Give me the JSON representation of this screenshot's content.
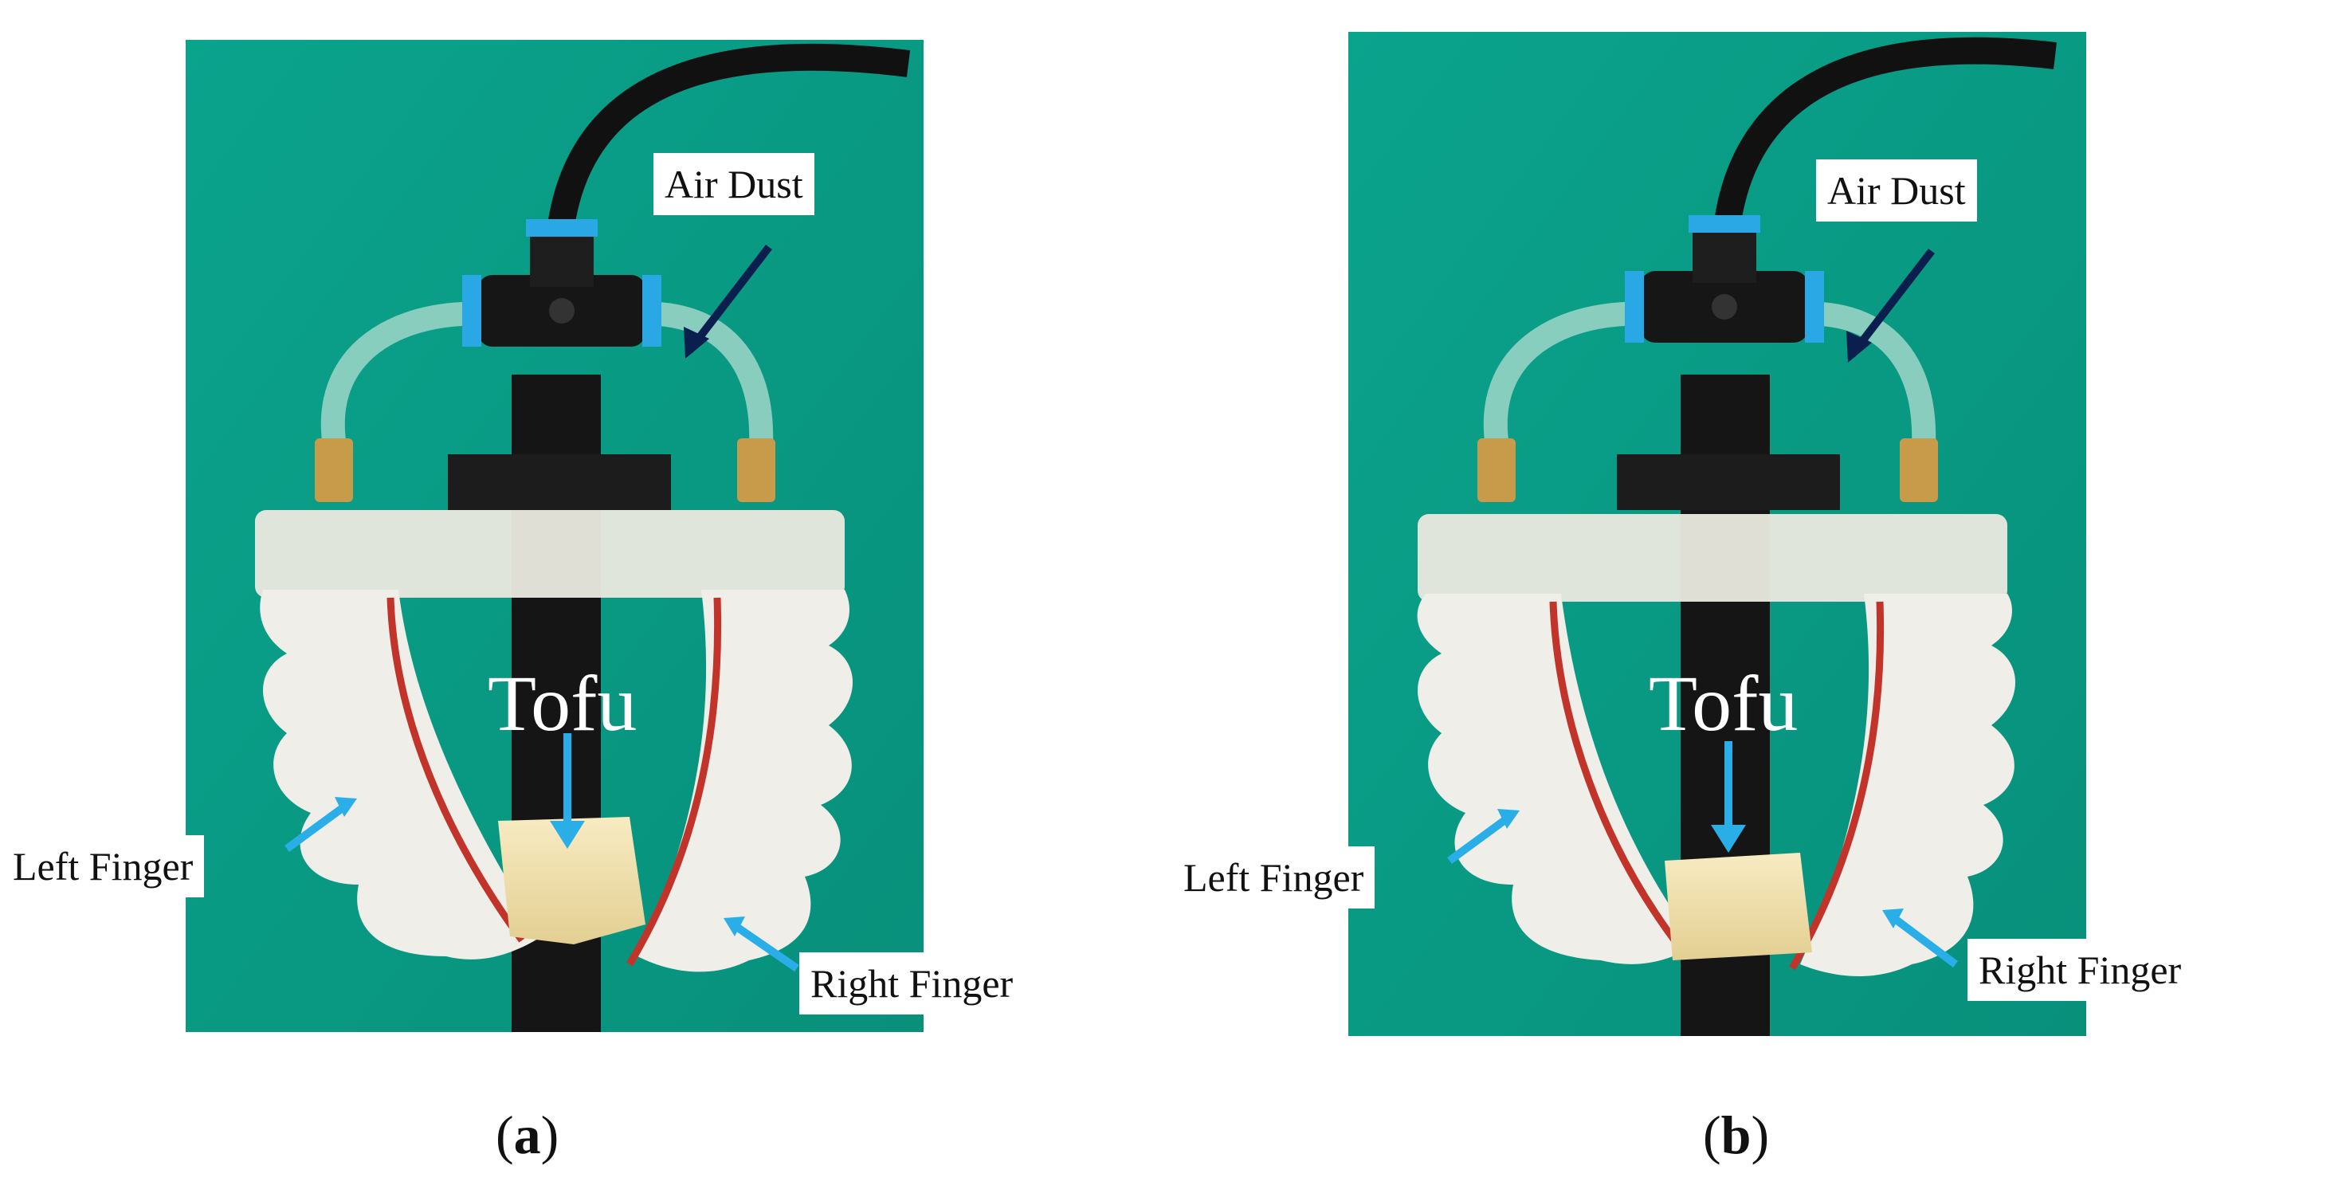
{
  "colors": {
    "background": "#0c9c86",
    "tube_dark": "#111111",
    "fitting_blue": "#2aa8e6",
    "gripper_white": "#efeee8",
    "red_line": "#c2342a",
    "tofu": "#f1e2b0",
    "arrow_navy": "#0b1f4f",
    "arrow_light_blue": "#29aee8"
  },
  "panels": [
    {
      "caption_letter": "a",
      "labels": {
        "air_dust": "Air Dust",
        "tofu": "Tofu",
        "left_finger": "Left Finger",
        "right_finger": "Right Finger"
      }
    },
    {
      "caption_letter": "b",
      "labels": {
        "air_dust": "Air Dust",
        "tofu": "Tofu",
        "left_finger": "Left Finger",
        "right_finger": "Right Finger"
      }
    }
  ]
}
